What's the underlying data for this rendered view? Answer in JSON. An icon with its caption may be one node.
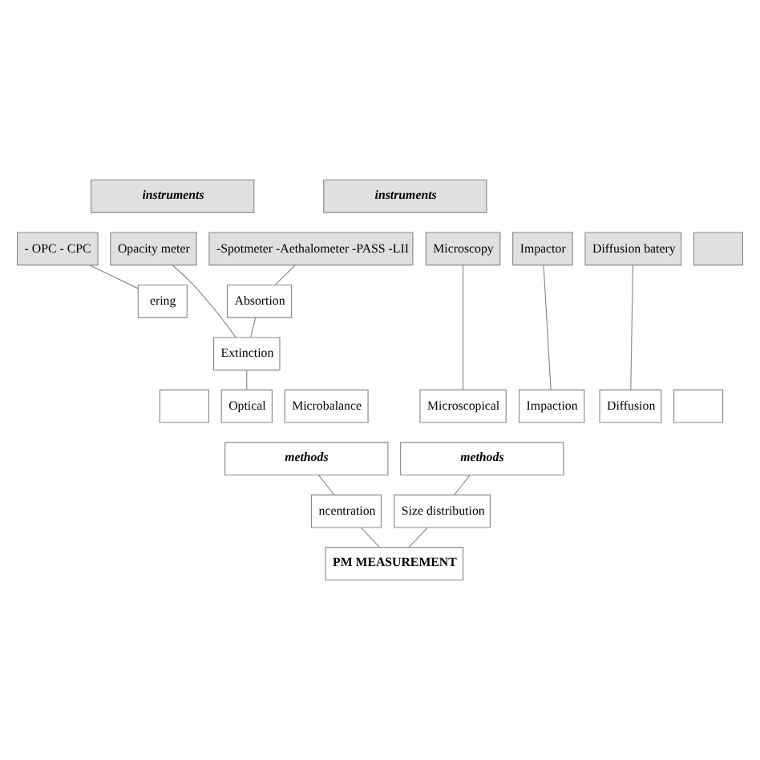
{
  "diagram": {
    "nodes": [
      {
        "text": [
          "instruments"
        ]
      },
      {
        "text": [
          "- OPC - CPC"
        ]
      },
      {
        "text": [
          "Opacity meter"
        ]
      },
      {
        "text": [
          "-Spotmeter -Aethalometer -PASS -LII"
        ]
      },
      {
        "text": [
          "ering"
        ]
      },
      {
        "text": [
          "Absortion"
        ]
      },
      {
        "text": [
          "Extinction"
        ]
      },
      {
        "text": [],
        "shape": "box"
      },
      {
        "text": [
          "Optical"
        ]
      },
      {
        "text": [
          "Microbalance"
        ]
      },
      {
        "text": [
          "methods"
        ]
      },
      {
        "text": [
          "ncentration"
        ]
      },
      {
        "text": [
          "PM MEASUREMENT"
        ]
      },
      {
        "text": [
          "instruments"
        ]
      },
      {
        "text": [
          "Microscopy"
        ]
      },
      {
        "text": [
          "Impactor"
        ]
      },
      {
        "text": [
          "Diffusion batery"
        ]
      },
      {
        "text": [],
        "shape": "box"
      },
      {
        "text": [
          "Microscopical"
        ]
      },
      {
        "text": [
          "Impaction"
        ]
      },
      {
        "text": [
          "Diffusion"
        ]
      },
      {
        "text": [],
        "shape": "box"
      },
      {
        "text": [
          "methods"
        ]
      },
      {
        "text": [
          "Size distribution"
        ]
      }
    ],
    "edges": [
      {
        "from": 1,
        "to": 4,
        "arrow": "none"
      },
      {
        "from": 2,
        "to": 6,
        "arrow": "none"
      },
      {
        "from": 3,
        "to": 5,
        "arrow": "none"
      },
      {
        "from": 5,
        "to": 6,
        "arrow": "none"
      },
      {
        "from": 6,
        "to": 8,
        "arrow": "none"
      },
      {
        "from": 10,
        "to": 11,
        "arrow": "none"
      },
      {
        "from": 11,
        "to": 12,
        "arrow": "none"
      },
      {
        "from": 14,
        "to": 18,
        "arrow": "none"
      },
      {
        "from": 15,
        "to": 19,
        "arrow": "none"
      },
      {
        "from": 16,
        "to": 20,
        "arrow": "none"
      },
      {
        "from": 22,
        "to": 23,
        "arrow": "none"
      },
      {
        "from": 23,
        "to": 12,
        "arrow": "none"
      }
    ]
  }
}
